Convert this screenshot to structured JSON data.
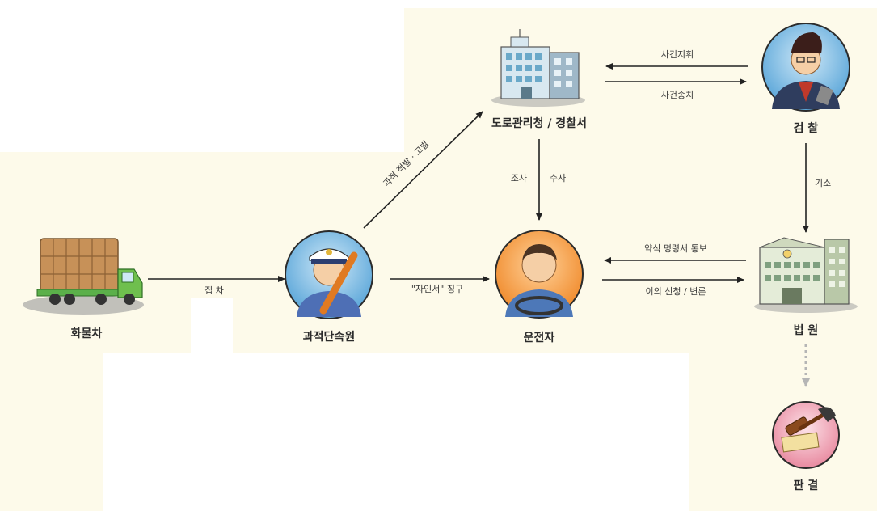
{
  "nodes": {
    "truck": "화물차",
    "inspector": "과적단속원",
    "police": "도로관리청 / 경찰서",
    "driver": "운전자",
    "prosecutor": "검 찰",
    "court": "법 원",
    "verdict": "판 결"
  },
  "edges": {
    "stop": "집 차",
    "statement": "\"자인서\" 징구",
    "report": "과적 적발 · 고발",
    "investigate_a": "조사",
    "investigate_b": "수사",
    "direct": "사건지휘",
    "transfer": "사건송치",
    "indict": "기소",
    "summary_order": "약식 명령서 통보",
    "objection": "이의 신청 / 변론"
  },
  "colors": {
    "background_panel": "#fdfaea",
    "arrow": "#222222",
    "dotted_arrow": "#b5b5b5",
    "inspector_circle": "#5aa6d9",
    "driver_circle": "#f08a2b",
    "prosecutor_circle": "#6db4e2",
    "verdict_circle": "#e88aa0"
  }
}
